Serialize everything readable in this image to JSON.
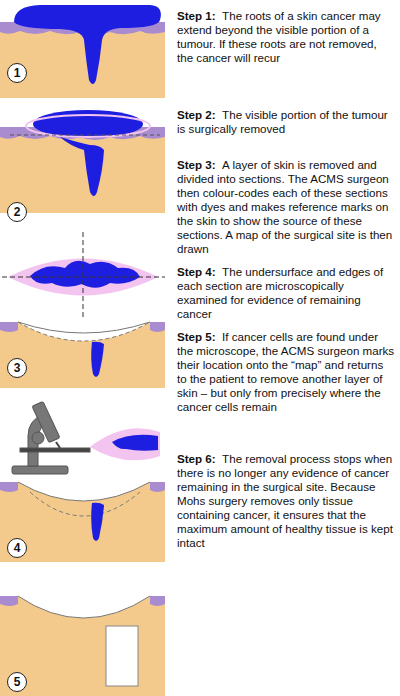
{
  "diagram": {
    "nodes": [
      {
        "text": [
          "1"
        ]
      },
      {
        "text": [
          "2"
        ]
      },
      {
        "text": [
          "3"
        ]
      },
      {
        "text": [
          "4"
        ]
      },
      {
        "text": [
          "5"
        ]
      }
    ],
    "labels": [
      "Step 1:",
      "The roots of a skin cancer may extend beyond the visible portion of a tumour. If these roots are not removed, the cancer will recur",
      "Step 2:",
      "The visible portion of the tumour is surgically removed",
      "Step 3:",
      "A layer of skin is removed and divided into sections. The ACMS surgeon then colour-codes each of these sections with dyes and makes reference marks on the skin to show the source of these sections. A map of the surgical site is then drawn",
      "Step 4:",
      "The undersurface and edges of each section are microscopically examined for evidence of remaining cancer",
      "Step 5:",
      "If cancer cells are found under the microscope, the ACMS surgeon marks their location onto the “map” and returns to the patient to remove another layer of skin – but only from precisely where the cancer cells remain",
      "Step 6:",
      "The removal process stops when there is no longer any evidence of cancer remaining in the surgical site. Because Mohs surgery removes only tissue containing cancer, it ensures that the maximum amount of healthy tissue is kept intact"
    ]
  }
}
